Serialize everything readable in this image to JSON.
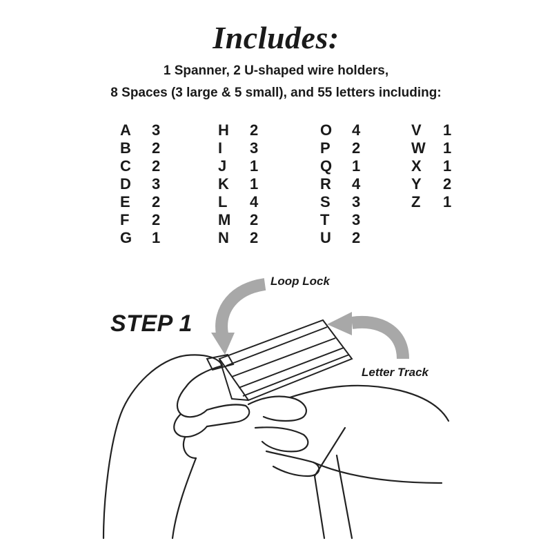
{
  "header": {
    "title": "Includes:",
    "line1": "1 Spanner, 2 U-shaped wire holders,",
    "line2": "8 Spaces (3 large & 5 small), and 55 letters including:"
  },
  "letters": {
    "columns": [
      [
        [
          "A",
          "3"
        ],
        [
          "B",
          "2"
        ],
        [
          "C",
          "2"
        ],
        [
          "D",
          "3"
        ],
        [
          "E",
          "2"
        ],
        [
          "F",
          "2"
        ],
        [
          "G",
          "1"
        ]
      ],
      [
        [
          "H",
          "2"
        ],
        [
          "I",
          "3"
        ],
        [
          "J",
          "1"
        ],
        [
          "K",
          "1"
        ],
        [
          "L",
          "4"
        ],
        [
          "M",
          "2"
        ],
        [
          "N",
          "2"
        ]
      ],
      [
        [
          "O",
          "4"
        ],
        [
          "P",
          "2"
        ],
        [
          "Q",
          "1"
        ],
        [
          "R",
          "4"
        ],
        [
          "S",
          "3"
        ],
        [
          "T",
          "3"
        ],
        [
          "U",
          "2"
        ]
      ],
      [
        [
          "V",
          "1"
        ],
        [
          "W",
          "1"
        ],
        [
          "X",
          "1"
        ],
        [
          "Y",
          "2"
        ],
        [
          "Z",
          "1"
        ]
      ]
    ]
  },
  "step": {
    "label": "STEP 1",
    "callout_loop": "Loop Lock",
    "callout_track": "Letter Track"
  }
}
